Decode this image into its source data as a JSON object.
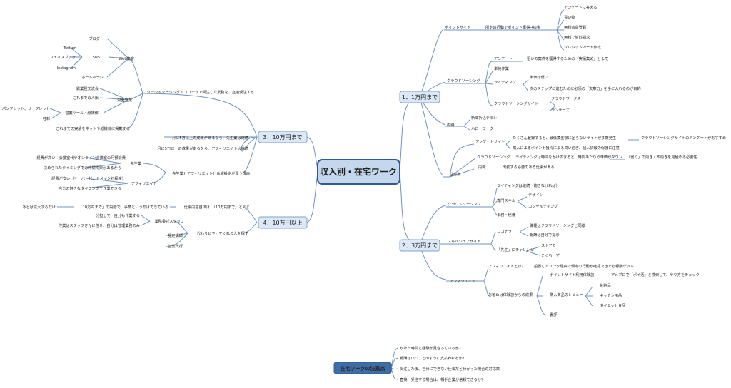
{
  "central": "収入別・在宅ワーク",
  "main": {
    "b1": "1．1万円まで",
    "b2": "2．3万円まで",
    "b3": "3．10万円まで",
    "b4": "4．10万円以上",
    "notes": "在宅ワークの注意点"
  },
  "b1": {
    "point": "ポイントサイト",
    "point_action": "所定の行動でポイント獲得→換金",
    "point_items": [
      "アンケートに答える",
      "買い物",
      "無料会員登録",
      "無料で資料請求",
      "クレジットカード作成"
    ],
    "cs": "クラウドソーシング",
    "cs_survey": "アンケート",
    "cs_survey_note": "狙いの案件を獲得するための「実績集め」として",
    "cs_simple": "単純作業",
    "cs_writing": "ライティング",
    "cs_writing_notes": [
      "単価は低い",
      "次のステップに進むために必須の「文章力」を手に入れるのが目的"
    ],
    "cs_sites": "クラウドソーシングサイト",
    "cs_site_items": [
      "クラウドワークス",
      "ランサーズ"
    ],
    "naishoku": "内職",
    "naishoku_items": [
      "新聞折込チラシ",
      "ハローワーク"
    ],
    "caution": "注意点",
    "caution_survey": "アンケートサイト",
    "caution_survey_1": "たくさん登録すると、最低換金額に足らないサイトが多数発生",
    "caution_survey_1b": "クラウドソーシングサイトのアンケートがおすすめ",
    "caution_survey_2": "購入によるポイント獲得による買い過ぎ、個人情報の保護に注意",
    "caution_cs": "クラウドソーシング",
    "caution_cs_1": "ライティングは時間をかけすぎると、時間あたりの単価がダウン",
    "caution_cs_1b": "「書く」の向き・不向きを見極める必要性",
    "caution_naishoku": "内職",
    "caution_naishoku_1": "出勤する必要のある仕事がある"
  },
  "b2": {
    "cs": "クラウドソーシング",
    "cs_writing": "ライティングは継続（飽きなければ）",
    "cs_skill": "専門スキル",
    "cs_skill_items": [
      "デザイン",
      "コンサルティング"
    ],
    "cs_jimu": "事務・秘書",
    "share": "スキルシェアサイト",
    "coconala": "ココナラ",
    "coconala_items": [
      "職種はクラウドソーシングと同様",
      "報酬は自分で提示"
    ],
    "sensei": "「先生」にチャレンジ",
    "sensei_items": [
      "ストアカ",
      "こくちーず"
    ],
    "aff": "アフィリエイト",
    "aff_what": "アフィリエイトとは？",
    "aff_what_note": "設置したリンク経由で規定の行動が確認できたら報酬ゲット",
    "aff_rec": "お勧めは体験談からの成果",
    "aff_point": "ポイントサイト利用体験談",
    "aff_point_note": "アメブロで「ポイ活」と検索して、やり方をチェック",
    "aff_review": "購入商品のレビュー",
    "aff_review_items": [
      "化粧品",
      "キッチン用品",
      "ダイエット食品"
    ],
    "aff_book": "書評"
  },
  "b3": {
    "cc": "クラウドソーシング・ココナラで受注した業務を、直接受注する",
    "web": "Web集客",
    "blog": "ブログ",
    "sns": "SNS",
    "sns_items": [
      "Twitter",
      "フェイスブック",
      "Instagram"
    ],
    "hp": "ホームページ",
    "offline": "対面営業",
    "offline_items": [
      "異業種交流会",
      "これまでの人脈"
    ],
    "sales_tool": "営業ツール・紙媒体",
    "sales_tool_items": [
      "パンフレット、リーフレット",
      "名刺"
    ],
    "record": "これまでの実績をネットや紙媒体に掲載する",
    "teacher_5": "月に5万以上の成果があるなら、先生業は継続",
    "aff_5": "月に5万以上の成果があるなら、アフィリエイトは継続",
    "combo": "先生業とアフィリエイトと会報設定が違う理由",
    "teacher": "先生業",
    "teacher_items": [
      "経費が高い：会議室代やオンライン会議室の月額会費",
      "決められたタイミングでの時間拘束があるから"
    ],
    "aff": "アフィリエイト",
    "aff_items": [
      "経費が安い（サーバー代、ドメイン料程度）",
      "自分の好きなタイミングで作業できる"
    ]
  },
  "b4": {
    "work": "仕事内容自体は、「10万円まで」と同じ",
    "work_note": "「10万円まで」の段階で、事業という形はできている",
    "work_note2": "あとは拡大するだけ",
    "delegate": "代わりにやってくれる人を探す",
    "staff": "業務委託スタッフ",
    "staff_items": [
      "分担して、自分も作業する",
      "作業はスタッフさんに任せ、自分は管理業務のみ"
    ],
    "lecturer": "認定講師",
    "agency": "営業代行"
  },
  "notes": {
    "items": [
      "かけた時間と経験が見合っているか？",
      "報酬はいつ、どのように支払われるか？",
      "受注した後、自分にできない仕事だと分かった場合の対応策",
      "直接、受注する場合は、相手企業が信頼できるか？"
    ]
  }
}
